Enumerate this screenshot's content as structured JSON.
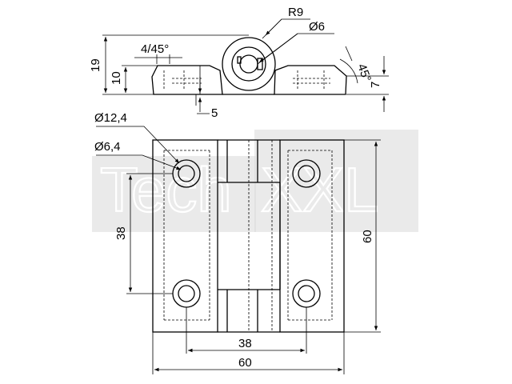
{
  "watermark": {
    "left": "Tech",
    "right": "XXL"
  },
  "dims": {
    "r9": "R9",
    "d6": "Ø6",
    "chamfer": "4/45°",
    "angle45": "45°",
    "h19": "19",
    "h10": "10",
    "h7": "7",
    "w5": "5",
    "d12_4": "Ø12,4",
    "d6_4": "Ø6,4",
    "v38": "38",
    "h60": "60",
    "b38": "38",
    "b60": "60"
  }
}
